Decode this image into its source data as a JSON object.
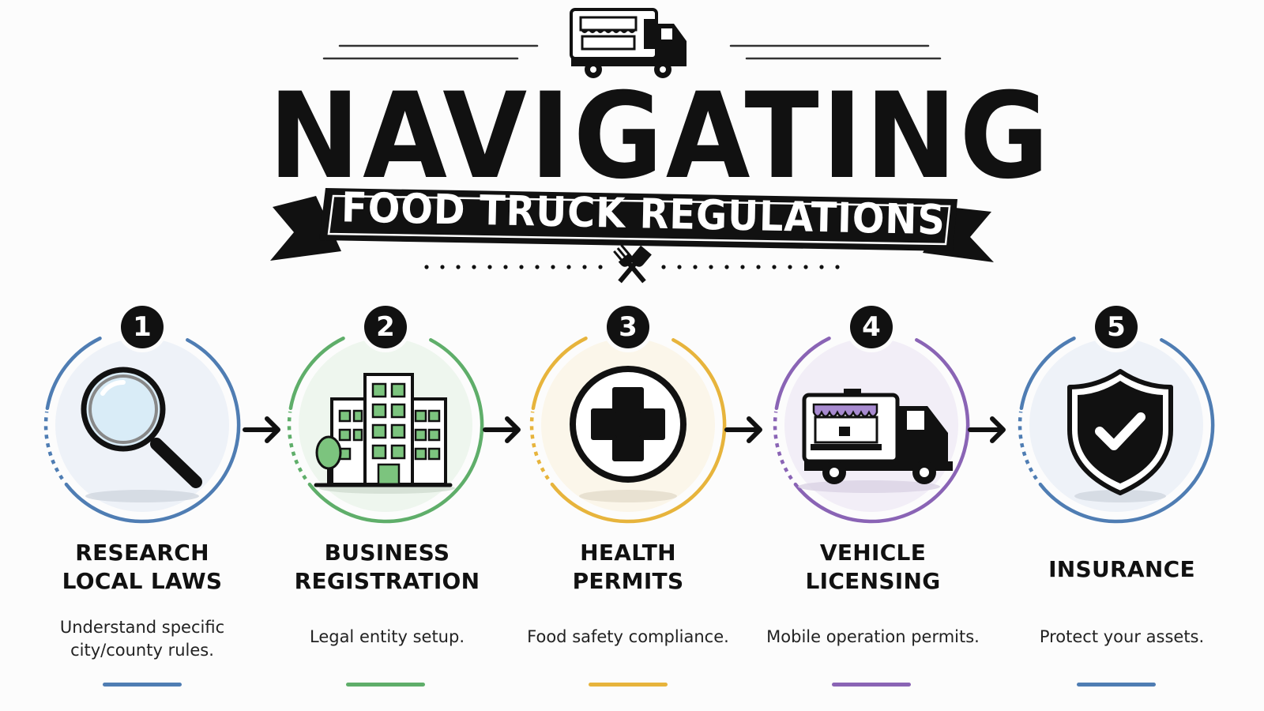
{
  "title": "NAVIGATING",
  "subtitle": "FOOD TRUCK REGULATIONS",
  "steps": [
    {
      "number": "1",
      "title_line1": "RESEARCH",
      "title_line2": "LOCAL LAWS",
      "desc_line1": "Understand specific",
      "desc_line2": "city/county rules.",
      "color": "#4f7db3",
      "fill": "#eef2f8"
    },
    {
      "number": "2",
      "title_line1": "BUSINESS",
      "title_line2": "REGISTRATION",
      "desc_line1": "Legal entity setup.",
      "desc_line2": "",
      "color": "#5fae6a",
      "fill": "#eef6ee"
    },
    {
      "number": "3",
      "title_line1": "HEALTH",
      "title_line2": "PERMITS",
      "desc_line1": "Food safety compliance.",
      "desc_line2": "",
      "color": "#e7b43c",
      "fill": "#fbf6ea"
    },
    {
      "number": "4",
      "title_line1": "VEHICLE",
      "title_line2": "LICENSING",
      "desc_line1": "Mobile operation permits.",
      "desc_line2": "",
      "color": "#8a64b5",
      "fill": "#f2eef7"
    },
    {
      "number": "5",
      "title_line1": "INSURANCE",
      "title_line2": "",
      "desc_line1": "Protect your assets.",
      "desc_line2": "",
      "color": "#4f7db3",
      "fill": "#eef2f8"
    }
  ],
  "icons": [
    "food-truck-icon",
    "utensils-icon",
    "magnifier-icon",
    "building-icon",
    "medical-cross-icon",
    "food-truck-icon",
    "shield-check-icon",
    "arrow-right-icon"
  ]
}
